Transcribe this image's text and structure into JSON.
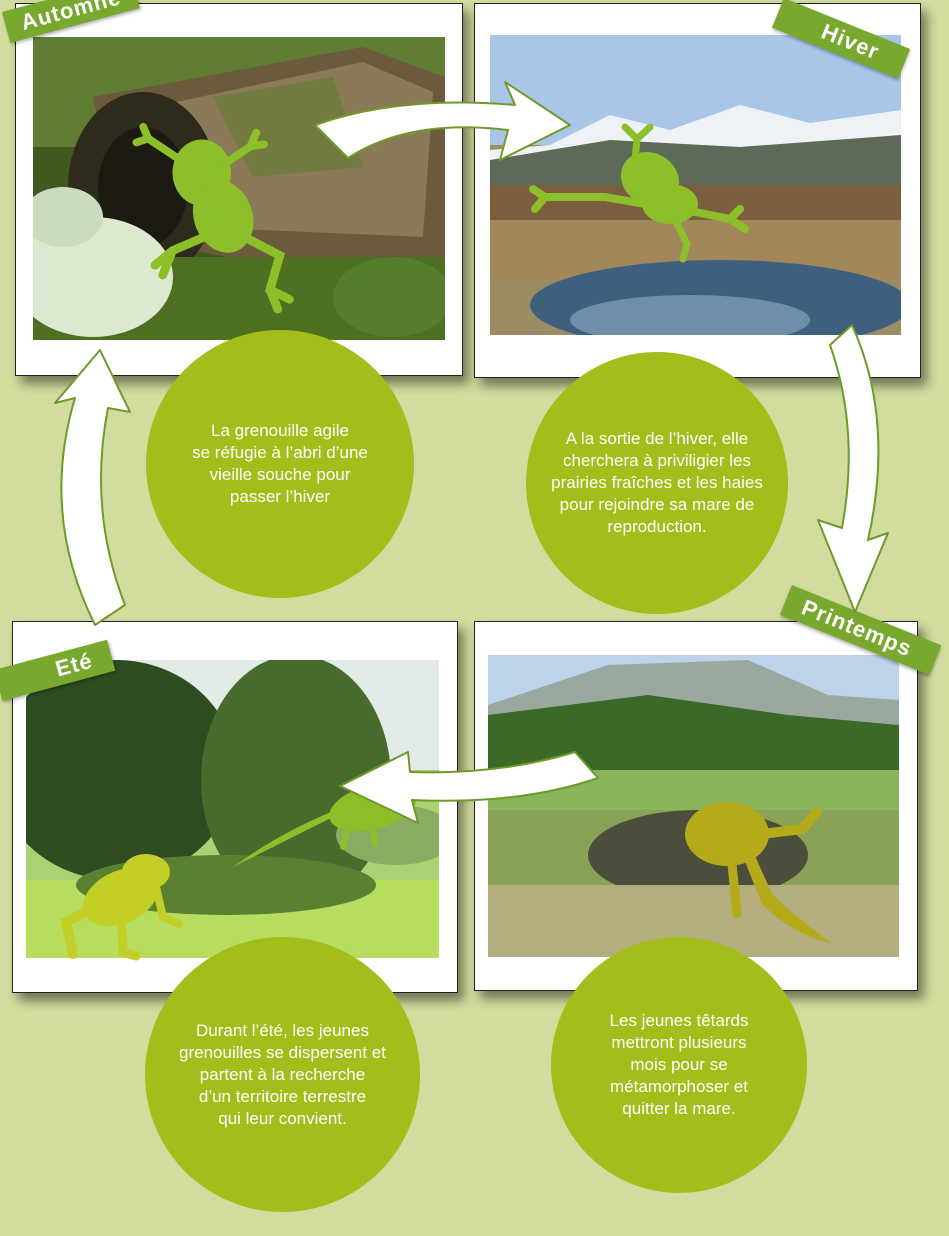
{
  "colors": {
    "background": "#d2dc9e",
    "circle": "#a3bd1b",
    "banner": "#78a92e",
    "frog": "#8cbf2a",
    "tadpole": "#b5aa1a"
  },
  "seasons": {
    "autumn": {
      "label": "Automne",
      "text": "La grenouille agile\nse réfugie à l’abri d’une\nvieille souche pour\npasser l’hiver"
    },
    "winter": {
      "label": "Hiver",
      "text": "A la sortie de l’hiver, elle\ncherchera à priviligier les\nprairies fraîches et les haies\npour rejoindre sa mare de\nreproduction."
    },
    "spring": {
      "label": "Printemps",
      "text": "Les jeunes têtards\nmettront plusieurs\nmois pour se\nmétamorphoser et\nquitter la mare."
    },
    "summer": {
      "label": "Eté",
      "text": "Durant l’été, les jeunes\ngrenouilles se dispersent et\npartent à la recherche\nd’un territoire terrestre\nqui leur convient."
    }
  },
  "icons": [
    "frog-silhouette-icon",
    "tadpole-silhouette-icon",
    "cycle-arrow-icon"
  ]
}
